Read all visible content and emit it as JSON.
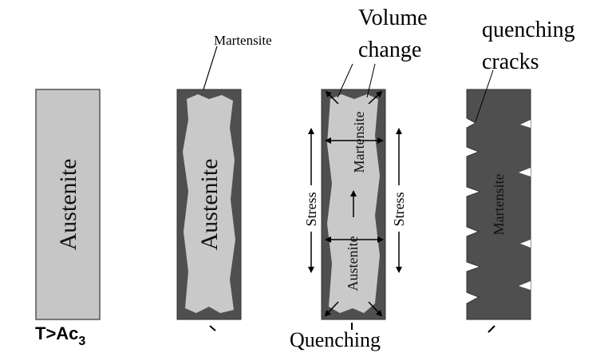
{
  "labels": {
    "austenite": "Austenite",
    "martensite": "Martensite",
    "stress": "Stress",
    "volume_change_line1": "Volume",
    "volume_change_line2": "change",
    "quenching_cracks_line1": "quenching",
    "quenching_cracks_line2": "cracks",
    "temperature": "T>Ac",
    "temperature_sub": "3",
    "quenching": "Quenching"
  },
  "colors": {
    "austenite_fill": "#c6c6c6",
    "martensite_fill": "#4f4f4f",
    "outline": "#222222"
  }
}
